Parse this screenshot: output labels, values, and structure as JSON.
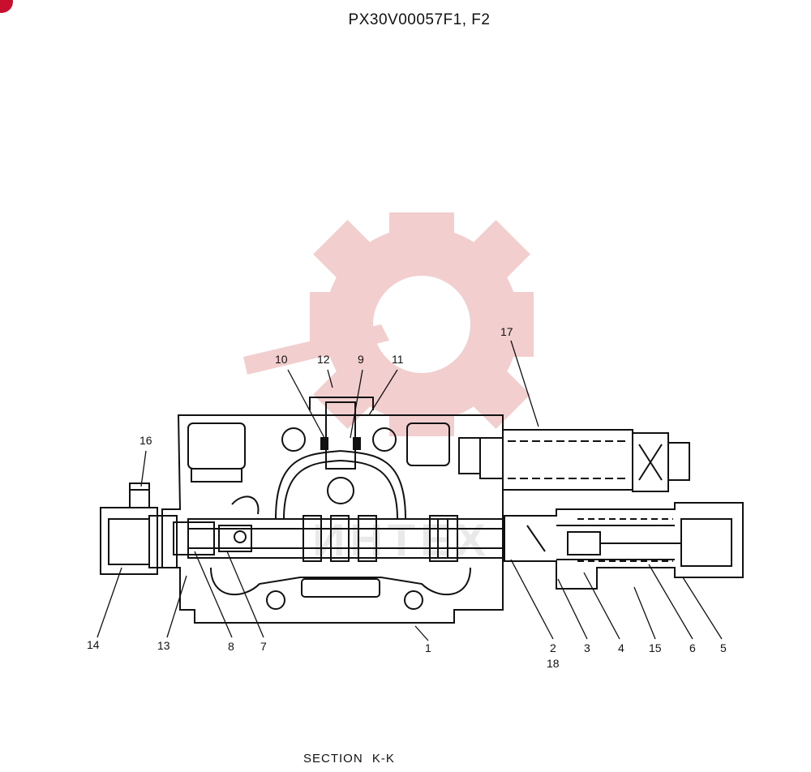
{
  "title": "PX30V00057F1, F2",
  "section_label": "SECTION  K-K",
  "watermark_text": "ИНТЕХ",
  "colors": {
    "ink": "#111111",
    "watermark": "#f2c6c6",
    "badge": "#c8102e"
  },
  "callouts": [
    {
      "id": "c1",
      "label": "1"
    },
    {
      "id": "c2",
      "label": "2"
    },
    {
      "id": "c3",
      "label": "3"
    },
    {
      "id": "c4",
      "label": "4"
    },
    {
      "id": "c5",
      "label": "5"
    },
    {
      "id": "c6",
      "label": "6"
    },
    {
      "id": "c7",
      "label": "7"
    },
    {
      "id": "c8",
      "label": "8"
    },
    {
      "id": "c9",
      "label": "9"
    },
    {
      "id": "c10",
      "label": "10"
    },
    {
      "id": "c11",
      "label": "11"
    },
    {
      "id": "c12",
      "label": "12"
    },
    {
      "id": "c13",
      "label": "13"
    },
    {
      "id": "c14",
      "label": "14"
    },
    {
      "id": "c15",
      "label": "15"
    },
    {
      "id": "c16",
      "label": "16"
    },
    {
      "id": "c17",
      "label": "17"
    },
    {
      "id": "c18",
      "label": "18"
    }
  ]
}
